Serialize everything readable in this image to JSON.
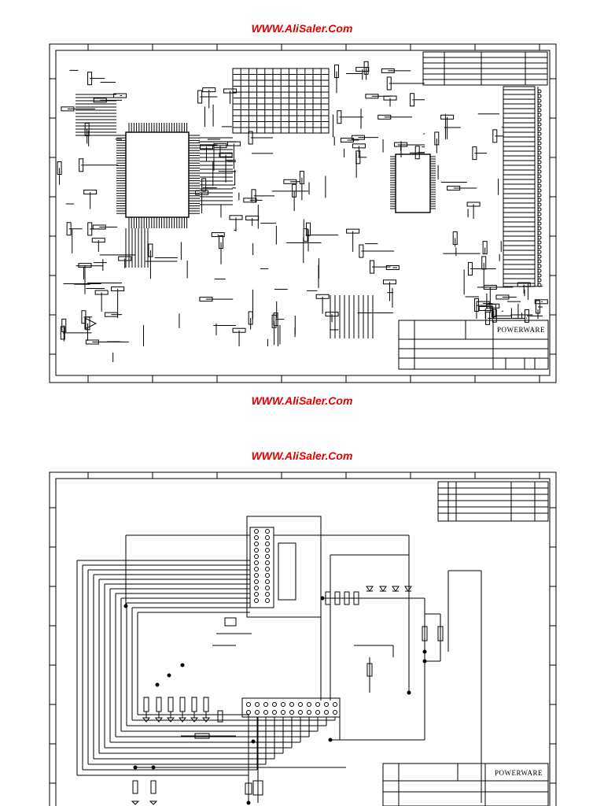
{
  "watermarks": {
    "top": "WWW.AliSaler.Com",
    "middle": "WWW.AliSaler.Com",
    "lower": "WWW.AliSaler.Com"
  },
  "sheets": [
    {
      "company_logo": "POWERWARE"
    },
    {
      "company_logo": "POWERWARE"
    }
  ],
  "colors": {
    "watermark": "#e00000",
    "ink": "#000000",
    "paper": "#ffffff"
  }
}
